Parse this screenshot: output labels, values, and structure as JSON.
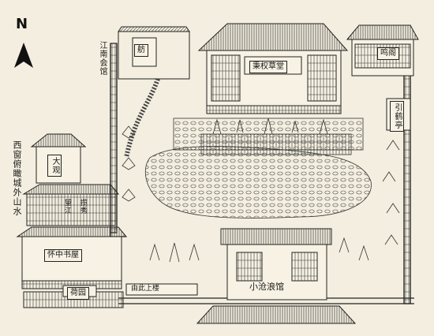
{
  "map": {
    "compass": {
      "letter": "N"
    },
    "labels": {
      "west_note": "西窗俯瞰城外山水",
      "jiangnan_guild": "江南会馆",
      "boat_hall": "舫",
      "main_hall": "秉权草堂",
      "east_small": "鸣阁",
      "east_plaque": "引鹤亭",
      "pavilion_big": "大观",
      "tower_small": "望江",
      "tower_small2": "揽秀",
      "west_hall": "怀中书屋",
      "west_lower": "荷园",
      "south_gate": "小沧浪馆",
      "south_path": "由此上楼"
    },
    "colors": {
      "paper": "#f3eedf",
      "ink": "#1a1a1a"
    }
  }
}
